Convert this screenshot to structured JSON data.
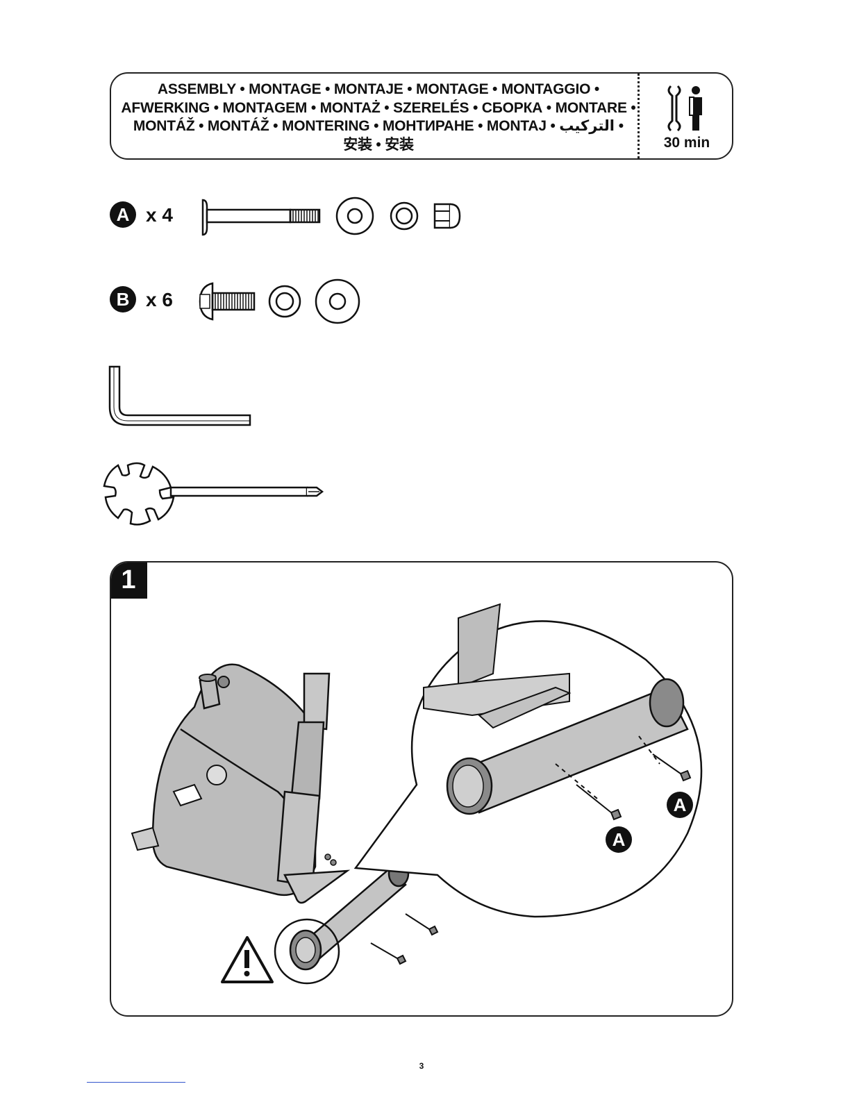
{
  "header": {
    "lines": [
      "ASSEMBLY • MONTAGE • MONTAJE • MONTAGE • MONTAGGIO •",
      "AFWERKING • MONTAGEM • MONTAŻ • SZERELÉS • СБОРКА • MONTARE •",
      "MONTÁŽ • MONTÁŽ • MONTERING • МОНТИРАНЕ • MONTAJ • التركيب •",
      "安装 • 安装"
    ],
    "time": "30 min"
  },
  "parts": [
    {
      "letter": "A",
      "qty": "x 4"
    },
    {
      "letter": "B",
      "qty": "x 6"
    }
  ],
  "tools": [
    "allen-key-icon",
    "multi-wrench-screwdriver-icon"
  ],
  "step": {
    "number": "1",
    "callout_labels": [
      "A",
      "A"
    ]
  },
  "page_number": "3"
}
